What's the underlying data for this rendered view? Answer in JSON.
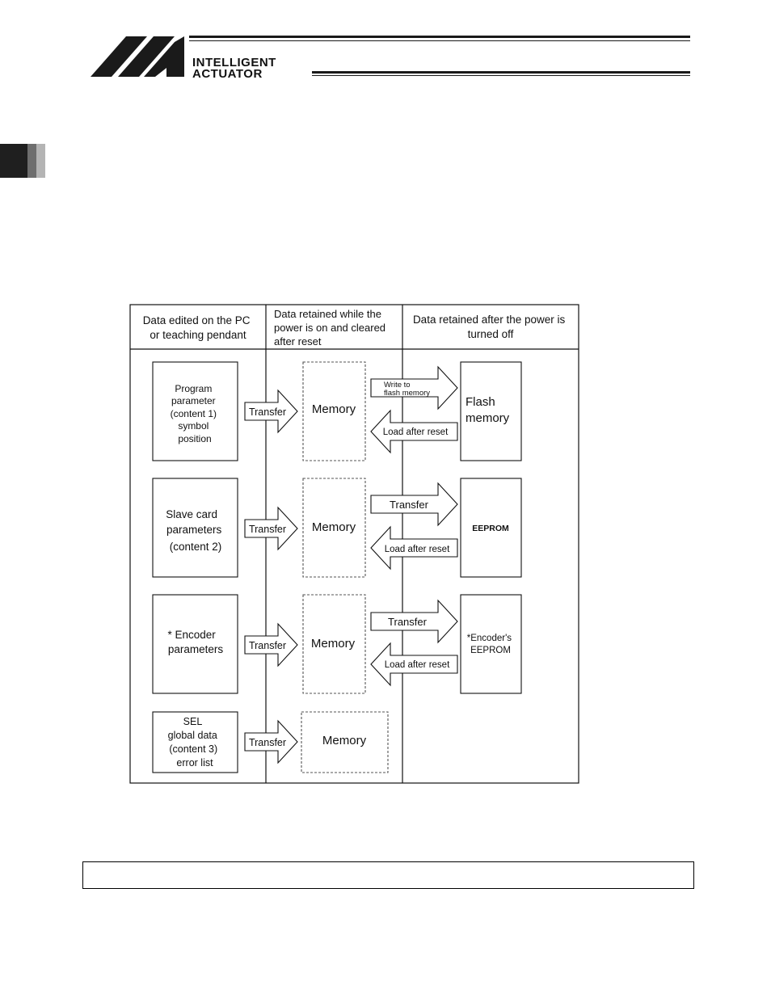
{
  "header": {
    "brand_line1": "INTELLIGENT",
    "brand_line2": "ACTUATOR"
  },
  "diagram": {
    "columns": [
      [
        "Data edited on the PC",
        "or teaching pendant"
      ],
      [
        "Data retained while the",
        "power is on and cleared",
        "after reset"
      ],
      [
        "Data retained after the power is",
        "turned off"
      ]
    ],
    "rows": [
      {
        "source": [
          "Program",
          "parameter",
          "(content 1)",
          "symbol",
          "position"
        ],
        "transfer": "Transfer",
        "memory": "Memory",
        "write": [
          "Write to",
          "flash memory"
        ],
        "load": "Load after reset",
        "target": [
          "Flash",
          "memory"
        ]
      },
      {
        "source": [
          "Slave card",
          "parameters",
          "(content 2)"
        ],
        "transfer": "Transfer",
        "memory": "Memory",
        "write": [
          "Transfer"
        ],
        "load": "Load after reset",
        "target": [
          "EEPROM"
        ]
      },
      {
        "source": [
          "* Encoder",
          "parameters"
        ],
        "transfer": "Transfer",
        "memory": "Memory",
        "write": [
          "Transfer"
        ],
        "load": "Load after reset",
        "target": [
          "*Encoder's",
          "EEPROM"
        ]
      },
      {
        "source": [
          "SEL",
          "global data",
          "(content 3)",
          "error list"
        ],
        "transfer": "Transfer",
        "memory": "Memory"
      }
    ]
  },
  "colors": {
    "line": "#111111",
    "logo": "#1a1a1a",
    "tab_dark": "#1f1f1f",
    "tab_mid": "#6e6e6e",
    "tab_light": "#b4b4b4"
  }
}
